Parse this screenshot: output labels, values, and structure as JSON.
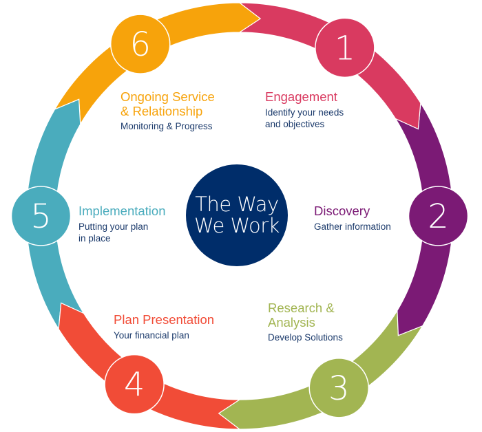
{
  "title": {
    "line1": "The Way",
    "line2": "We Work",
    "color": "#002d6a"
  },
  "steps": [
    {
      "number": "1",
      "title": "Engagement",
      "description_lines": [
        "Identify your needs",
        "and objectives"
      ],
      "color": "#d93a60"
    },
    {
      "number": "2",
      "title": "Discovery",
      "description_lines": [
        "Gather information"
      ],
      "color": "#7b1a75"
    },
    {
      "number": "3",
      "title_lines": [
        "Research &",
        "Analysis"
      ],
      "title": "Research & Analysis",
      "description_lines": [
        "Develop Solutions"
      ],
      "color": "#a2b552"
    },
    {
      "number": "4",
      "title": "Plan Presentation",
      "description_lines": [
        "Your financial plan"
      ],
      "color": "#f14c37"
    },
    {
      "number": "5",
      "title": "Implementation",
      "description_lines": [
        "Putting your plan",
        "in place"
      ],
      "color": "#4aacbd"
    },
    {
      "number": "6",
      "title_lines": [
        "Ongoing Service",
        "& Relationship"
      ],
      "title": "Ongoing Service & Relationship",
      "description_lines": [
        "Monitoring & Progress"
      ],
      "color": "#f7a30b"
    }
  ],
  "description_color": "#1b3a6b"
}
